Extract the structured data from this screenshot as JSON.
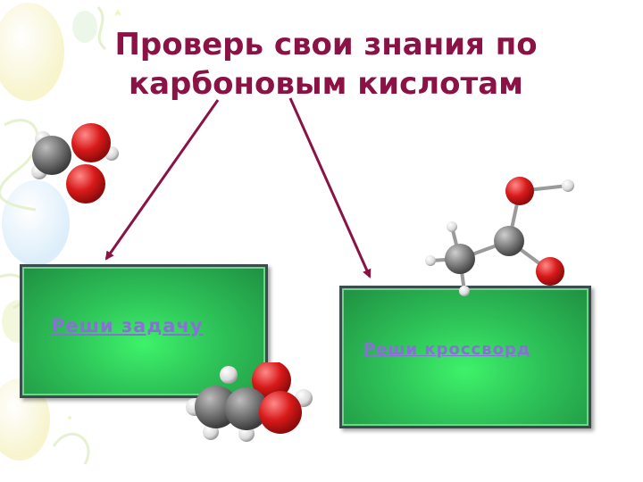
{
  "slide": {
    "title_line1": "Проверь свои знания по",
    "title_line2": "карбоновым кислотам",
    "buttons": [
      {
        "label": "Реши задачу"
      },
      {
        "label": "Реши кроссворд"
      }
    ]
  },
  "colors": {
    "title": "#8a1245",
    "arrow": "#8a1245",
    "box_green": "#2fc75a",
    "link_text": "#8a70d6",
    "oxygen": "#d0191f",
    "carbon": "#7a7a7a",
    "hydrogen": "#e6e6e6"
  },
  "icons": [
    "balloon-decoration",
    "swirl-decoration",
    "molecule-model"
  ]
}
